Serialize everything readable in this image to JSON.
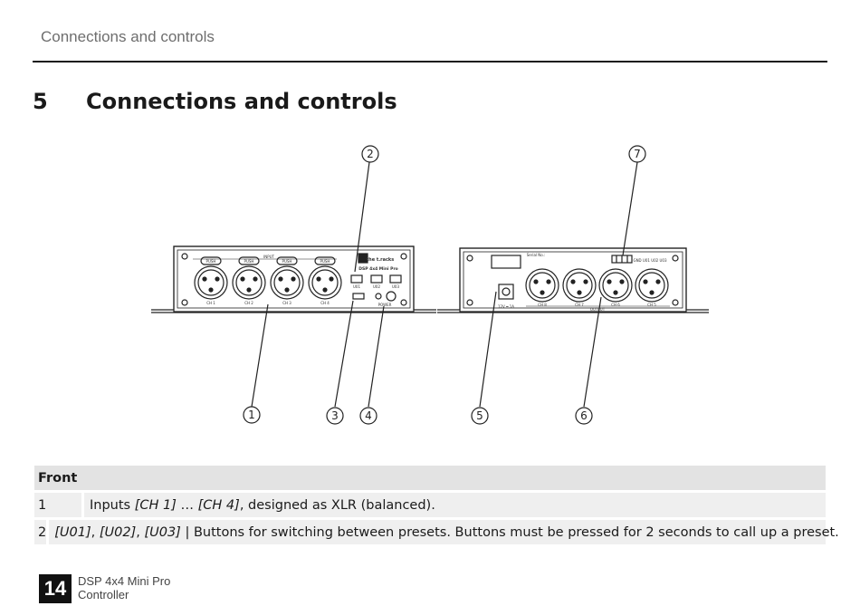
{
  "header": {
    "running_title": "Connections and controls"
  },
  "section": {
    "number": "5",
    "title": "Connections and controls"
  },
  "figure": {
    "callouts": [
      "1",
      "2",
      "3",
      "4",
      "5",
      "6",
      "7"
    ],
    "front_panel": {
      "input_label": "INPUT",
      "push_label": "PUSH",
      "channels": [
        "CH 1",
        "CH 2",
        "CH 3",
        "CH 4"
      ],
      "brand": "the t.racks",
      "model": "DSP 4x4 Mini Pro",
      "preset_buttons": [
        "U01",
        "U02",
        "U03"
      ],
      "power_label": "POWER"
    },
    "rear_panel": {
      "serial_label": "Serial No.:",
      "channels": [
        "CH 8",
        "CH 7",
        "CH 6",
        "CH 5"
      ],
      "output_label": "OUTPUT",
      "dc_label": "12V ═ 1A",
      "remote_label": "GND U01 U02 U03"
    }
  },
  "table": {
    "heading": "Front",
    "rows": [
      {
        "num": "1",
        "text_pre": "Inputs ",
        "em1": "[CH 1]",
        "text_mid": " … ",
        "em2": "[CH 4]",
        "text_post": ", designed as XLR (balanced)."
      },
      {
        "num": "2",
        "em1": "[U01]",
        "sep1": ", ",
        "em2": "[U02]",
        "sep2": ", ",
        "em3": "[U03]",
        "text_post": " | Buttons for switching between presets. Buttons must be pressed for 2 seconds to call up a preset."
      }
    ]
  },
  "footer": {
    "page_number": "14",
    "line1": "DSP 4x4 Mini Pro",
    "line2": "Controller"
  }
}
